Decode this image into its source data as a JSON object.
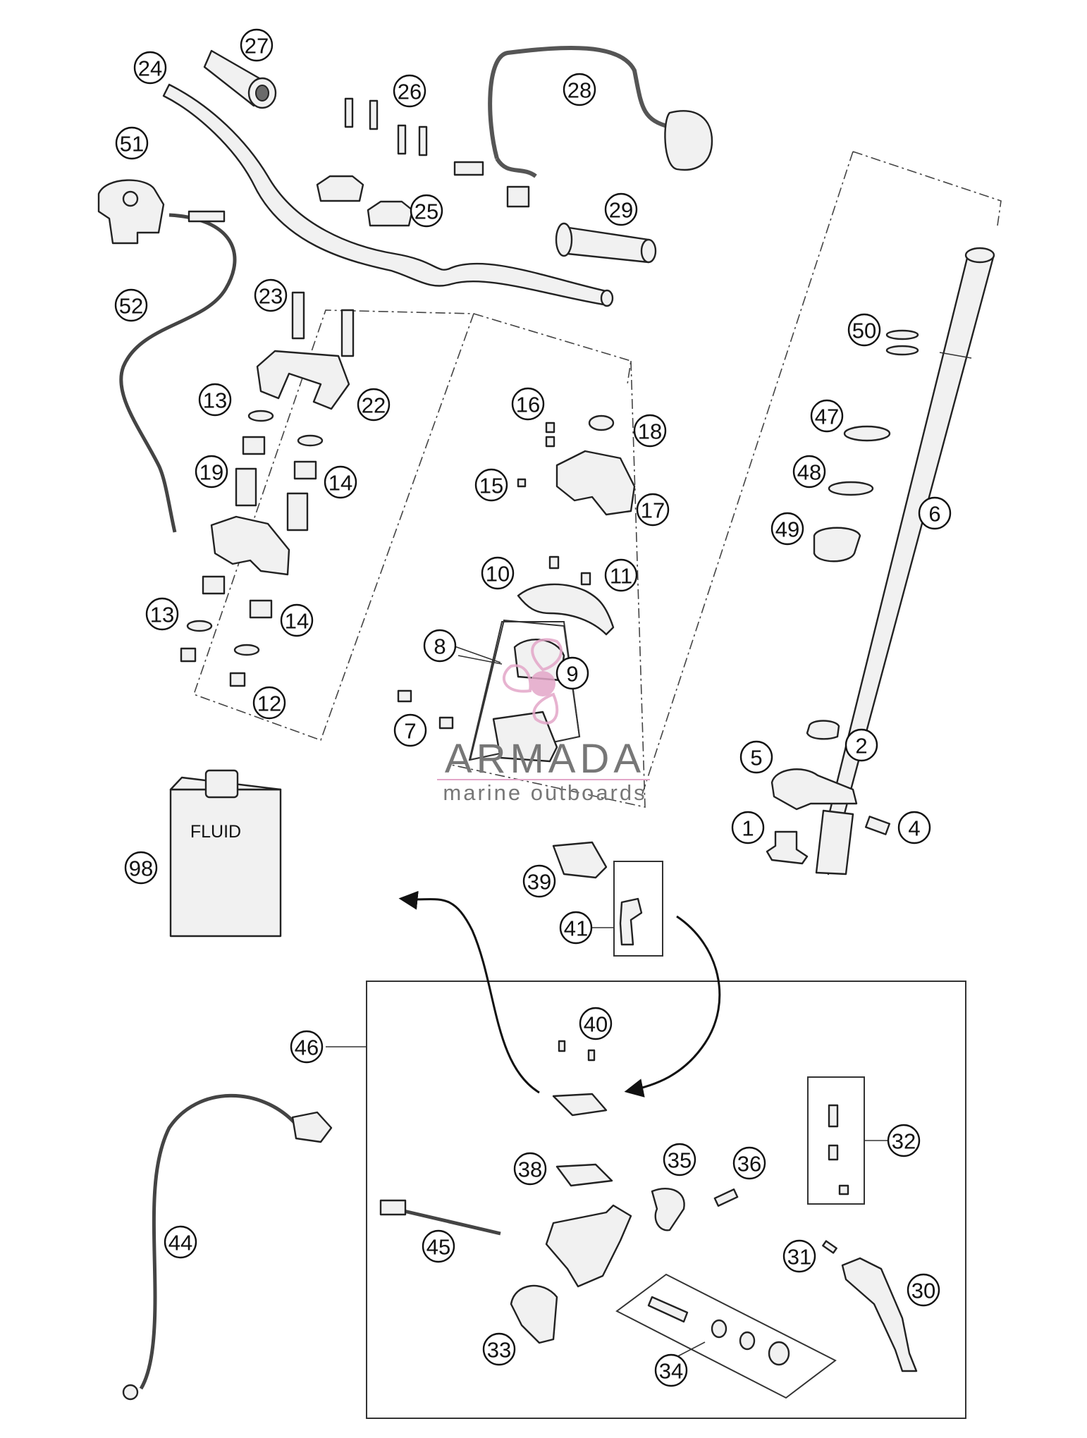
{
  "callouts": [
    "1",
    "2",
    "4",
    "5",
    "6",
    "7",
    "8",
    "9",
    "10",
    "11",
    "12",
    "13",
    "13",
    "14",
    "14",
    "15",
    "16",
    "17",
    "18",
    "19",
    "22",
    "23",
    "24",
    "25",
    "26",
    "27",
    "28",
    "29",
    "30",
    "31",
    "32",
    "33",
    "34",
    "35",
    "36",
    "38",
    "39",
    "40",
    "41",
    "44",
    "45",
    "46",
    "47",
    "48",
    "49",
    "50",
    "51",
    "52",
    "98"
  ],
  "fluid_label": "FLUID",
  "watermark": {
    "title": "ARMADA",
    "subtitle": "marine outboards",
    "accent_color": "#e3a6c8"
  }
}
